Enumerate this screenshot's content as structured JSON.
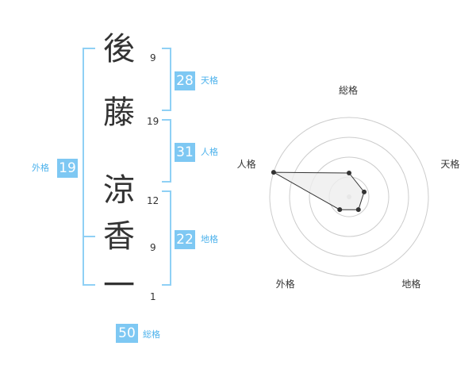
{
  "name": {
    "chars": [
      "後",
      "藤",
      "涼",
      "香",
      "一"
    ],
    "strokes": [
      "9",
      "19",
      "12",
      "9",
      "1"
    ]
  },
  "kaku": {
    "tenkaku": {
      "value": "28",
      "label": "天格"
    },
    "jinkaku": {
      "value": "31",
      "label": "人格"
    },
    "chikaku": {
      "value": "22",
      "label": "地格"
    },
    "gaikaku": {
      "value": "19",
      "label": "外格"
    },
    "soukaku": {
      "value": "50",
      "label": "総格"
    }
  },
  "chart_data": {
    "type": "radar",
    "axes": [
      "総格",
      "天格",
      "地格",
      "外格",
      "人格"
    ],
    "values": [
      0.3,
      0.2,
      0.2,
      0.2,
      1.0
    ],
    "range": [
      0,
      1
    ],
    "rings": 4
  },
  "colors": {
    "badge": "#7ec8f3",
    "bracket": "#8fd0f5",
    "label": "#4db2ec",
    "ring": "#cccccc",
    "fill": "#eeeeee",
    "point": "#333333"
  }
}
